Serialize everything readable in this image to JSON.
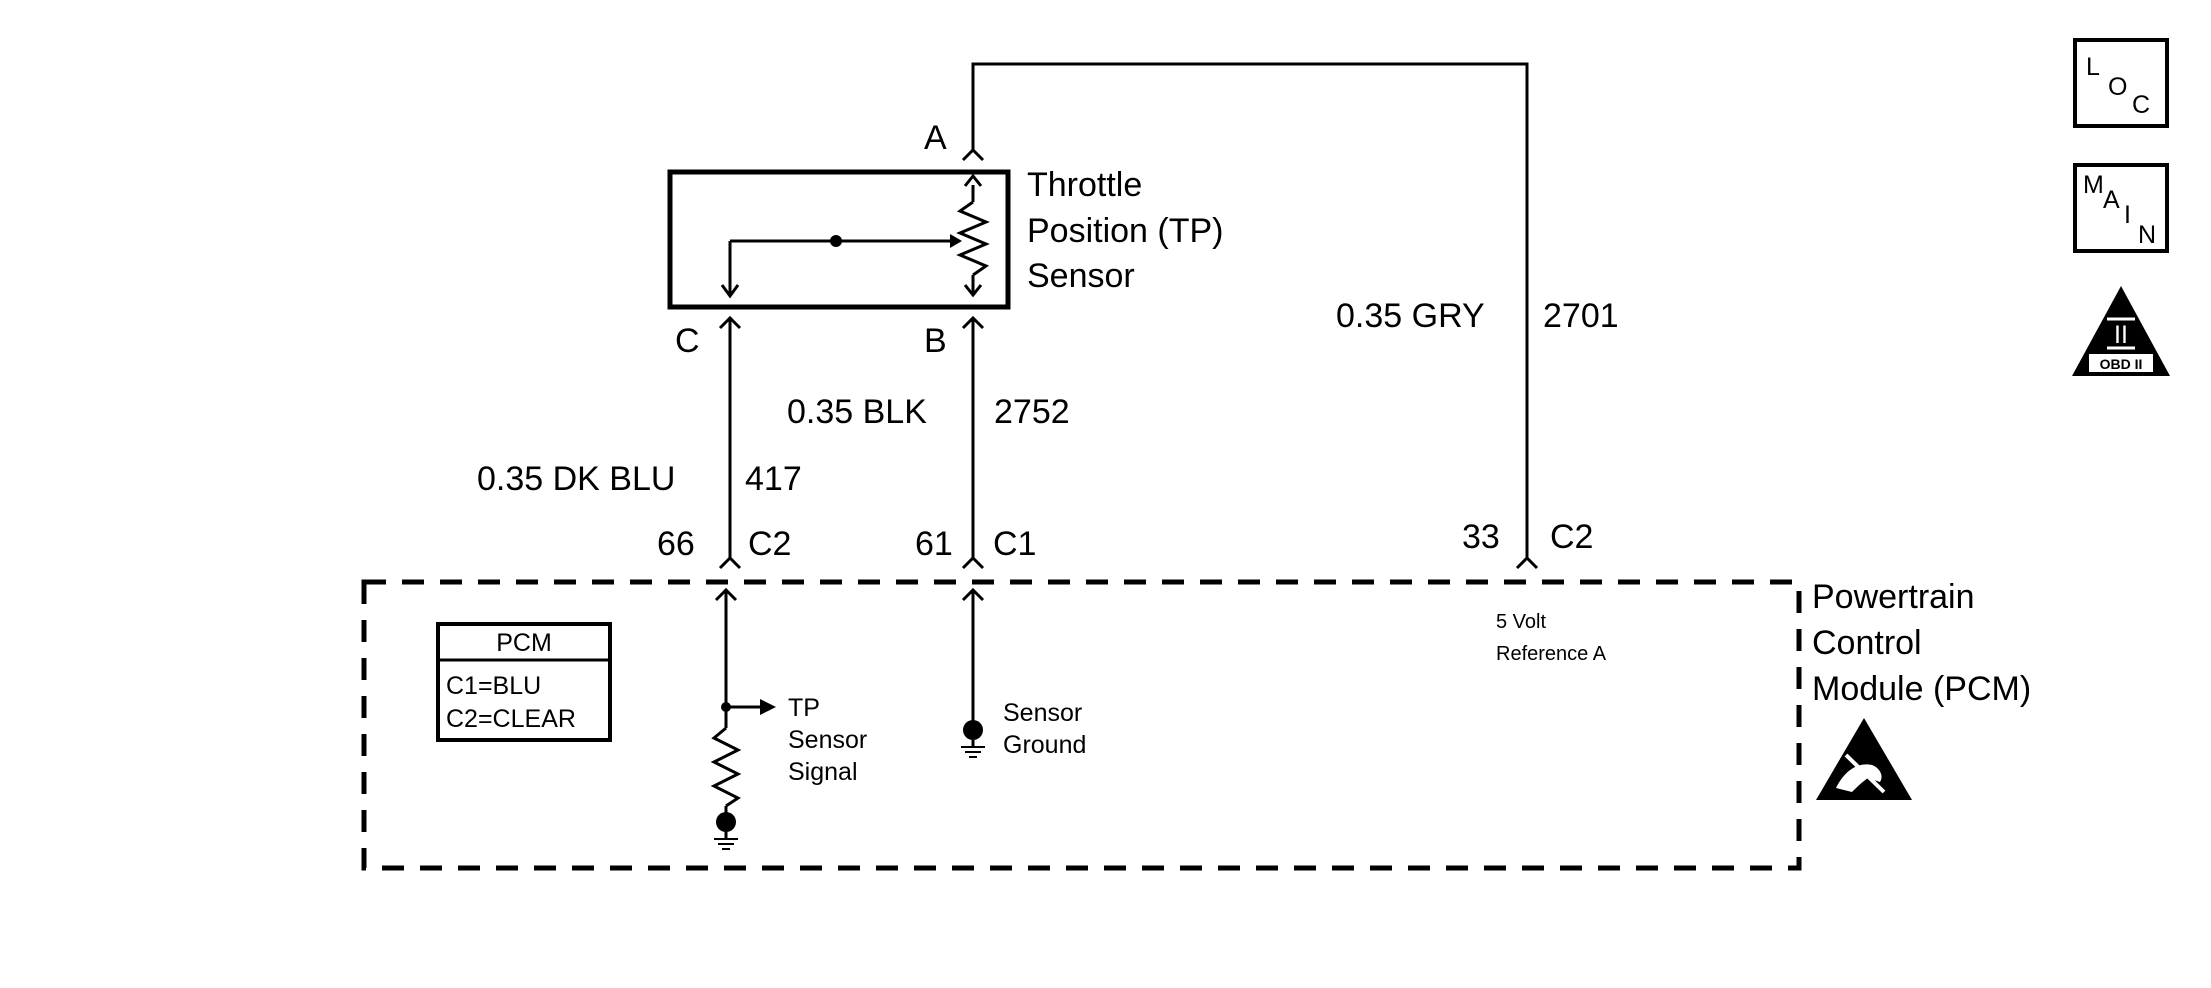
{
  "sensor": {
    "title_line1": "Throttle",
    "title_line2": "Position (TP)",
    "title_line3": "Sensor",
    "pin_a": "A",
    "pin_b": "B",
    "pin_c": "C"
  },
  "wires": {
    "gry": {
      "spec": "0.35 GRY",
      "circuit": "2701"
    },
    "blk": {
      "spec": "0.35 BLK",
      "circuit": "2752"
    },
    "dkblu": {
      "spec": "0.35 DK BLU",
      "circuit": "417"
    }
  },
  "connectors": {
    "pin66": {
      "pin": "66",
      "conn": "C2"
    },
    "pin61": {
      "pin": "61",
      "conn": "C1"
    },
    "pin33": {
      "pin": "33",
      "conn": "C2"
    }
  },
  "pcm": {
    "title_line1": "Powertrain",
    "title_line2": "Control",
    "title_line3": "Module (PCM)",
    "legend_title": "PCM",
    "legend_c1": "C1=BLU",
    "legend_c2": "C2=CLEAR",
    "signal_line1": "TP",
    "signal_line2": "Sensor",
    "signal_line3": "Signal",
    "ground_line1": "Sensor",
    "ground_line2": "Ground",
    "ref_line1": "5 Volt",
    "ref_line2": "Reference A"
  },
  "icons": {
    "loc": {
      "l": "L",
      "o": "O",
      "c": "C"
    },
    "main": {
      "m": "M",
      "a": "A",
      "i": "I",
      "n": "N"
    },
    "obd": {
      "numeral": "II",
      "label": "OBD II"
    },
    "esd": "esd-warning-icon"
  }
}
